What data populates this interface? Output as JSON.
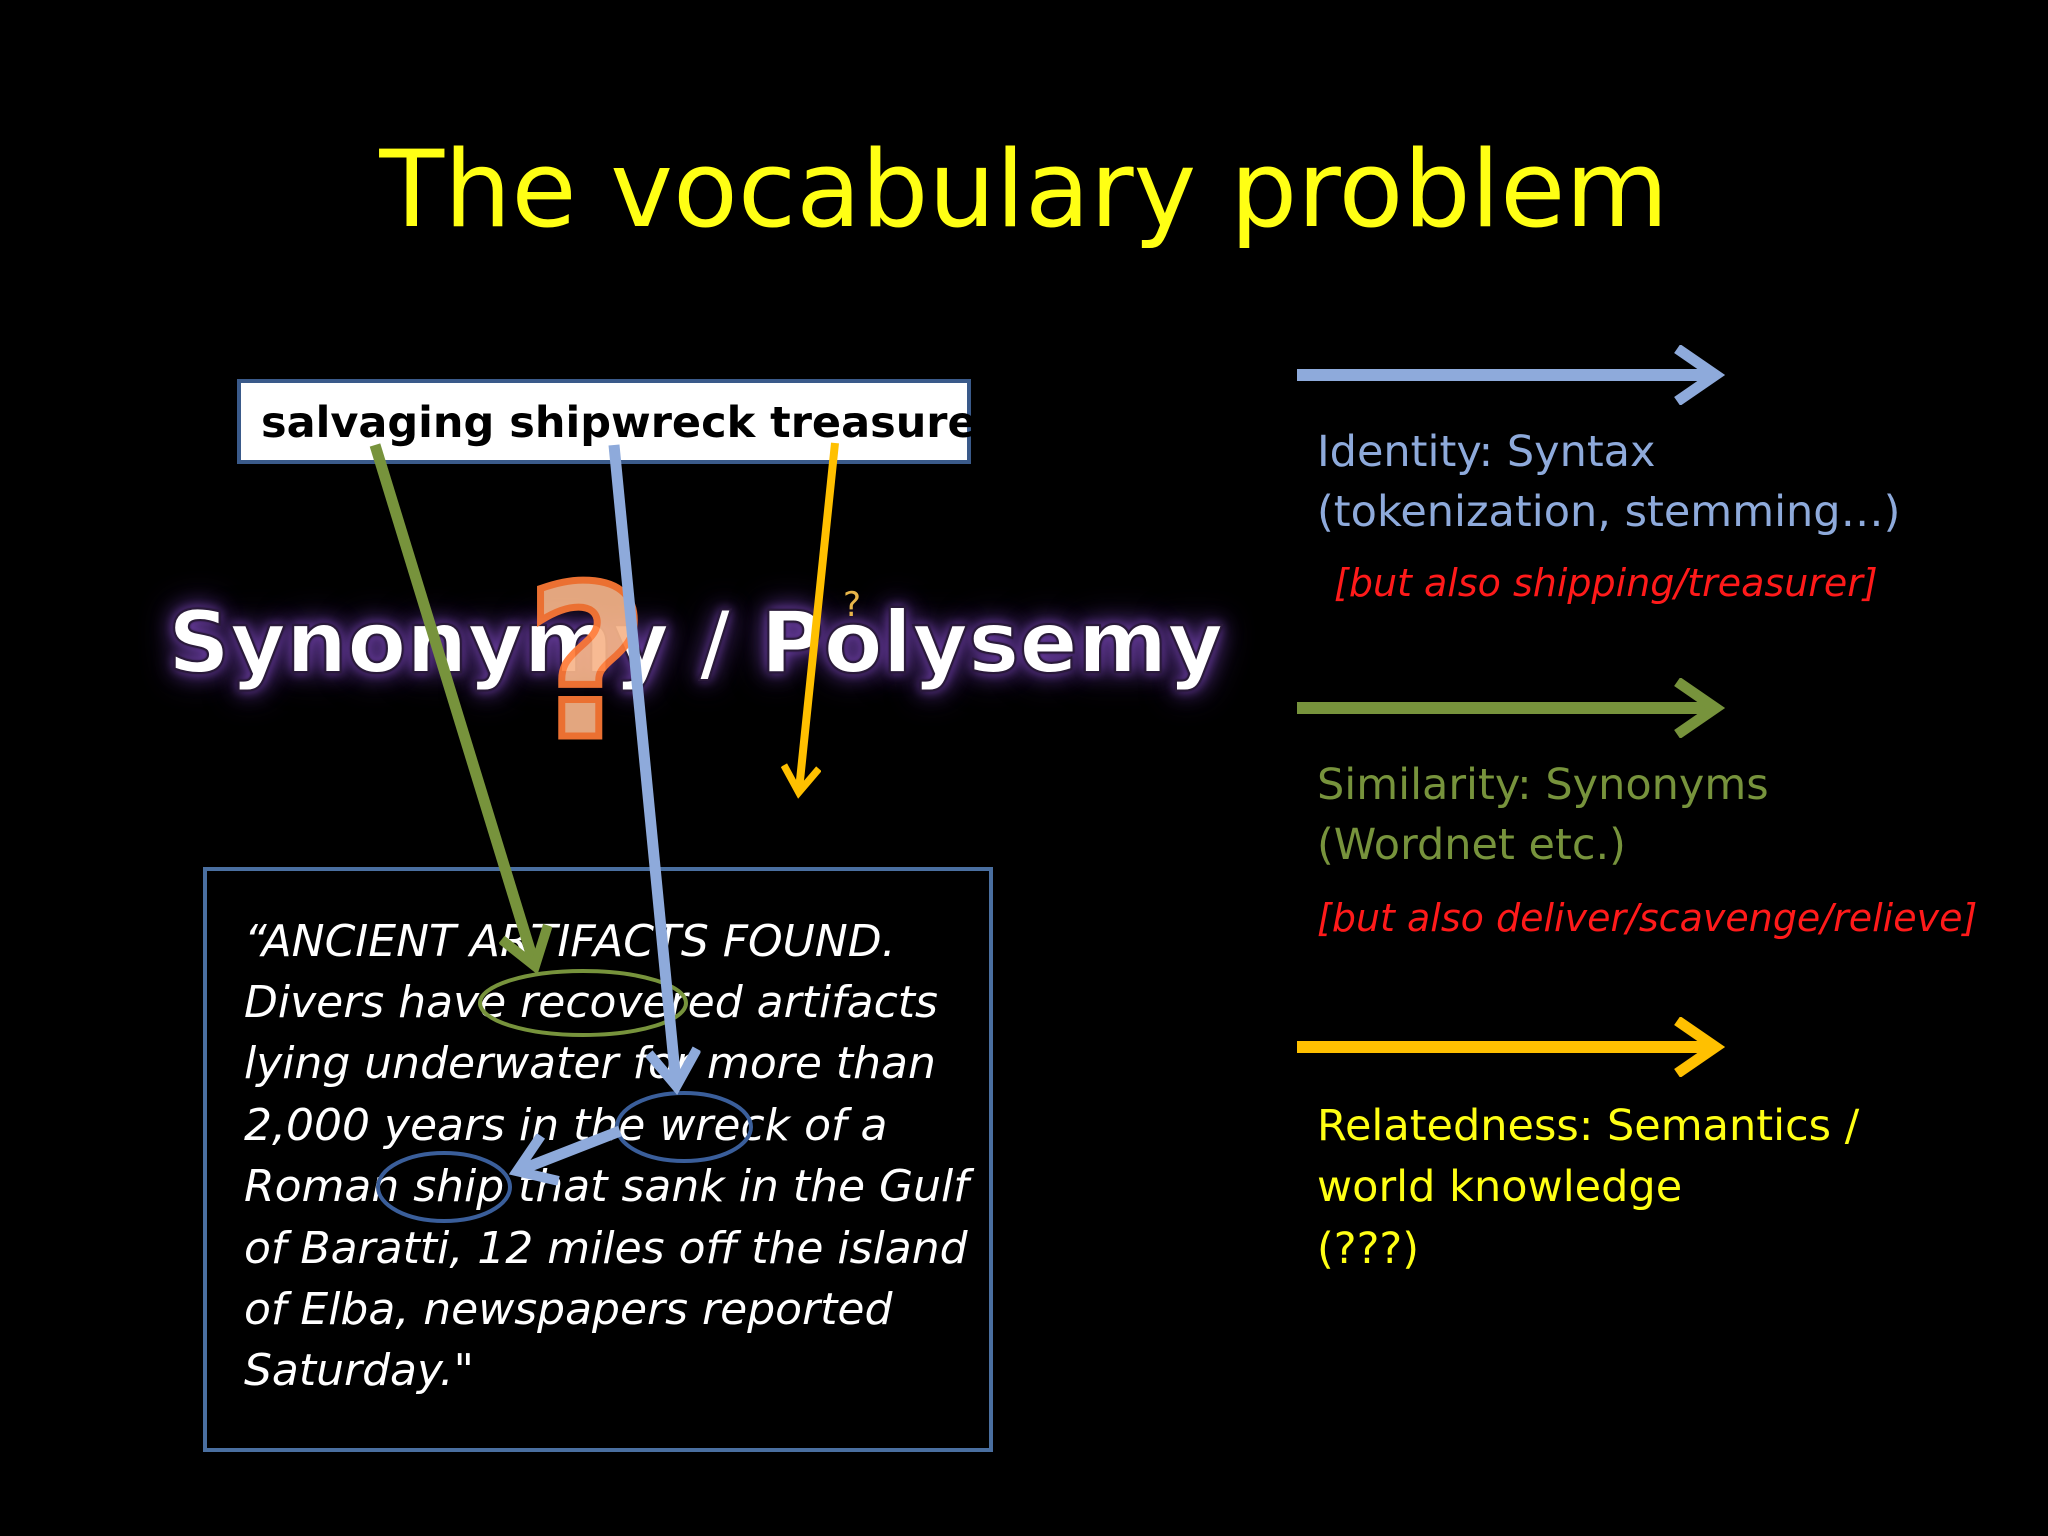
{
  "slide": {
    "title": "The vocabulary problem",
    "query": "salvaging shipwreck treasure",
    "overlay_label": "Synonymy / Polysemy",
    "question_mark": "?",
    "small_mark": "?",
    "document_lines": [
      "“ANCIENT ARTIFACTS FOUND.",
      "Divers have recovered artifacts",
      "lying underwater for more than",
      "2,000 years in the wreck of a",
      "Roman ship that sank in the Gulf",
      "of Baratti, 12 miles off the island",
      "of Elba, newspapers reported",
      "Saturday.\""
    ],
    "relations": [
      {
        "lines": [
          "Identity: Syntax",
          " (tokenization, stemming…)"
        ],
        "note": "[but also shipping/treasurer]",
        "color": "#8eaadb"
      },
      {
        "lines": [
          "Similarity: Synonyms",
          "(Wordnet etc.)"
        ],
        "note": "[but also deliver/scavenge/relieve]",
        "color": "#77933c"
      },
      {
        "lines": [
          "Relatedness: Semantics /",
          "world knowledge",
          " (???)"
        ],
        "note": "",
        "color": "#ffff14"
      }
    ],
    "colors": {
      "background": "#000000",
      "title": "#ffff14",
      "identity_arrow": "#8eaadb",
      "similarity_arrow": "#77933c",
      "relatedness_arrow": "#ffc000",
      "note": "#ff1a1a",
      "box_border": "#4a6fa0"
    }
  }
}
